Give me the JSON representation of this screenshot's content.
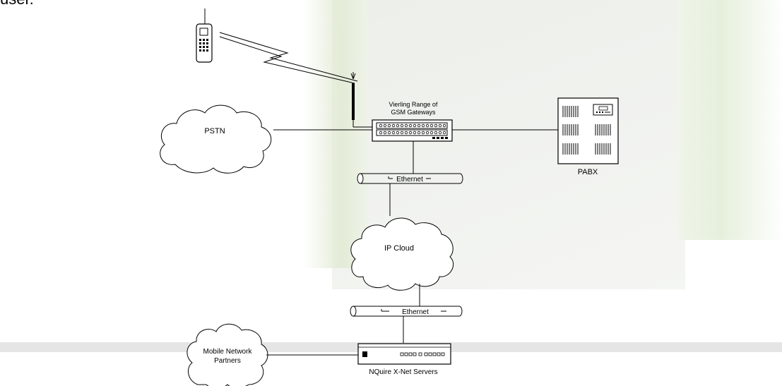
{
  "top_fragment": "user.",
  "nodes": {
    "pstn": "PSTN",
    "gateway_line1": "Vierling Range of",
    "gateway_line2": "GSM Gateways",
    "pabx": "PABX",
    "ethernet_top": "Ethernet",
    "ip_cloud": "IP Cloud",
    "ethernet_bottom": "Ethernet",
    "mobile_line1": "Mobile Network",
    "mobile_line2": "Partners",
    "nquire": "NQuire X-Net Servers"
  }
}
